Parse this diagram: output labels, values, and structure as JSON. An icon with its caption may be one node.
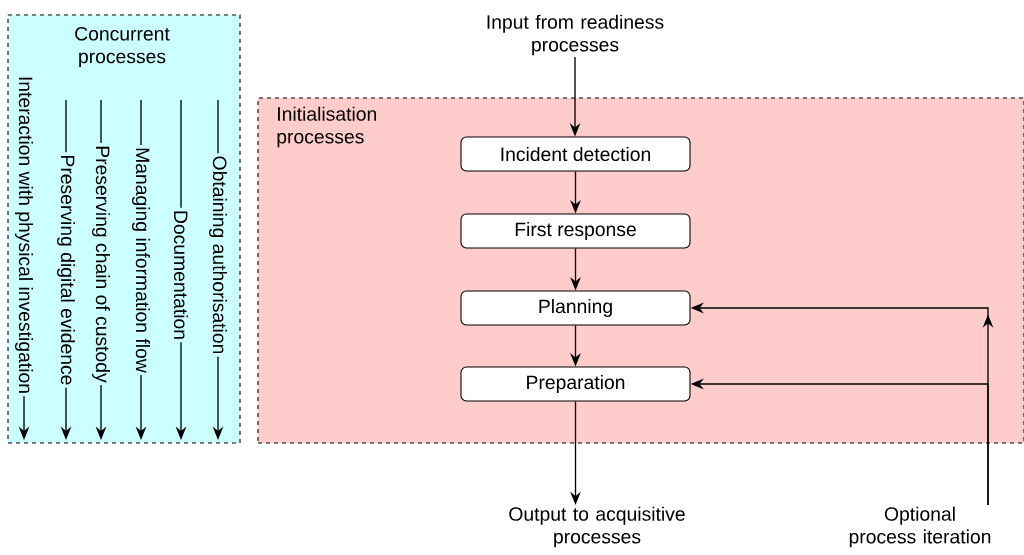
{
  "diagram": {
    "nodes": [
      {
        "text": [
          "Concurrent processes"
        ]
      },
      {
        "text": [
          "Interaction with physical investigation"
        ],
        "in": 0
      },
      {
        "text": [
          "Preserving digital evidence"
        ],
        "in": 0
      },
      {
        "text": [
          "Preserving chain of custody"
        ],
        "in": 0
      },
      {
        "text": [
          "Managing information flow"
        ],
        "in": 0
      },
      {
        "text": [
          "Documentation"
        ],
        "in": 0
      },
      {
        "text": [
          "Obtaining authorisation"
        ],
        "in": 0
      },
      {
        "text": [
          "Initialisation processes"
        ]
      },
      {
        "text": [
          "Input from readiness processes"
        ]
      },
      {
        "text": [
          "Incident detection"
        ],
        "in": 7
      },
      {
        "text": [
          "First response"
        ],
        "in": 7
      },
      {
        "text": [
          "Planning"
        ],
        "in": 7
      },
      {
        "text": [
          "Preparation"
        ],
        "in": 7
      },
      {
        "text": [
          "Output to acquisitive processes"
        ]
      },
      {
        "text": [
          "Optional process iteration"
        ]
      }
    ],
    "edges": [
      {
        "from": 1,
        "to": null,
        "arrow": "to"
      },
      {
        "from": 2,
        "to": null,
        "arrow": "to"
      },
      {
        "from": 3,
        "to": null,
        "arrow": "to"
      },
      {
        "from": 4,
        "to": null,
        "arrow": "to"
      },
      {
        "from": 5,
        "to": null,
        "arrow": "to"
      },
      {
        "from": 6,
        "to": null,
        "arrow": "to"
      },
      {
        "from": 8,
        "to": 9,
        "arrow": "to"
      },
      {
        "from": 9,
        "to": 10,
        "arrow": "to"
      },
      {
        "from": 10,
        "to": 11,
        "arrow": "to"
      },
      {
        "from": 11,
        "to": 12,
        "arrow": "to"
      },
      {
        "from": 12,
        "to": 13,
        "arrow": "to"
      },
      {
        "from": 14,
        "to": 11,
        "arrow": "to"
      },
      {
        "from": 14,
        "to": 12,
        "arrow": "to"
      }
    ]
  }
}
